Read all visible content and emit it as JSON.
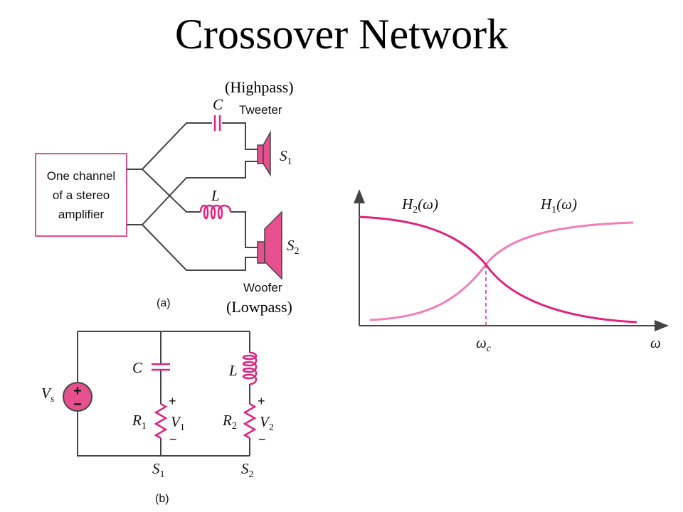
{
  "title": "Crossover Network",
  "notes": {
    "highpass": "(Highpass)",
    "lowpass": "(Lowpass)"
  },
  "colors": {
    "wire": "#444444",
    "magenta": "#e0237e",
    "pink": "#ef7fb8",
    "speaker": "#e6508f",
    "box": "#e0508f"
  },
  "diagram_a": {
    "amp_lines": [
      "One channel",
      "of a stereo",
      "amplifier"
    ],
    "cap": "C",
    "tweeter": "Tweeter",
    "speaker1": {
      "main": "S",
      "sub": "1"
    },
    "inductor": "L",
    "speaker2": {
      "main": "S",
      "sub": "2"
    },
    "woofer": "Woofer",
    "caption": "(a)"
  },
  "diagram_b": {
    "source": {
      "main": "V",
      "sub": "s"
    },
    "plus": "+",
    "minus": "−",
    "cap": "C",
    "inductor": "L",
    "r1": {
      "main": "R",
      "sub": "1"
    },
    "v1": {
      "main": "V",
      "sub": "1"
    },
    "r2": {
      "main": "R",
      "sub": "2"
    },
    "v2": {
      "main": "V",
      "sub": "2"
    },
    "s1": {
      "main": "S",
      "sub": "1"
    },
    "s2": {
      "main": "S",
      "sub": "2"
    },
    "caption": "(b)"
  },
  "graph": {
    "h2": {
      "main": "H",
      "sub": "2",
      "arg": "(ω)"
    },
    "h1": {
      "main": "H",
      "sub": "1",
      "arg": "(ω)"
    },
    "wc": {
      "main": "ω",
      "sub": "c"
    },
    "x_axis": "ω"
  }
}
